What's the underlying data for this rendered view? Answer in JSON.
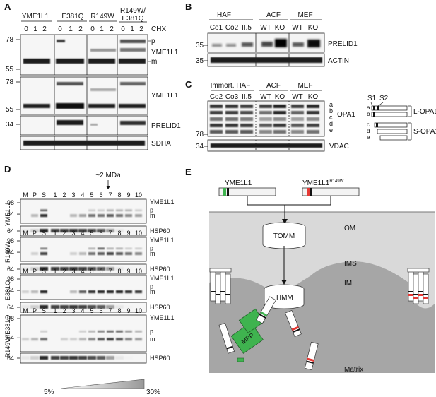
{
  "panel_letters": {
    "a": "A",
    "b": "B",
    "c": "C",
    "d": "D",
    "e": "E"
  },
  "panelA": {
    "groups": [
      "YME1L1",
      "E381Q",
      "R149W",
      "R149W/",
      "E381Q"
    ],
    "chx_label": "CHX",
    "time_points": [
      "0",
      "1",
      "2"
    ],
    "mw": [
      "78",
      "55",
      "78",
      "55",
      "34"
    ],
    "band_p": "p",
    "band_m": "m",
    "blot_labels": [
      "YME1L1",
      "YME1L1",
      "PRELID1",
      "SDHA"
    ]
  },
  "panelB": {
    "group_labels": [
      "HAF",
      "ACF",
      "MEF"
    ],
    "lanes": [
      "Co1",
      "Co2",
      "II.5",
      "WT",
      "KO",
      "WT",
      "KO"
    ],
    "mw": [
      "35",
      "35"
    ],
    "blot_labels": [
      "PRELID1",
      "ACTIN"
    ]
  },
  "panelC": {
    "group_labels": [
      "Immort. HAF",
      "ACF",
      "MEF"
    ],
    "lanes": [
      "Co2",
      "Co3",
      "II.5",
      "WT",
      "KO",
      "WT",
      "KO"
    ],
    "mw": [
      "78",
      "34"
    ],
    "blot_labels": [
      "OPA1",
      "VDAC"
    ],
    "opa1_bands": [
      "a",
      "b",
      "c",
      "d",
      "e"
    ],
    "schematic": {
      "s1": "S1",
      "s2": "S2",
      "long": "L-OPA1",
      "short": "S-OPA1",
      "iso_a": "a",
      "iso_b": "b",
      "iso_c": "c",
      "iso_d": "d",
      "iso_e": "e"
    }
  },
  "panelD": {
    "size_marker": "~2 MDa",
    "fraction_lanes": [
      "M",
      "P",
      "S",
      "1",
      "2",
      "3",
      "4",
      "5",
      "6",
      "7",
      "8",
      "9",
      "10"
    ],
    "constructs": [
      "YME1L1",
      "R149W",
      "E381Q",
      "R149W/E381Q"
    ],
    "blot_labels": [
      "YME1L1",
      "HSP60"
    ],
    "mw": [
      "98",
      "64"
    ],
    "band_p": "p",
    "band_m": "m",
    "gradient_low": "5%",
    "gradient_high": "30%"
  },
  "panelE": {
    "wt_label": "YME1L1",
    "mutant_label": "YME1L1",
    "mutant_superscript": "R149W",
    "tomm": "TOMM",
    "timm": "TIMM",
    "mpp": "MPP",
    "om": "OM",
    "ims": "IMS",
    "im": "IM",
    "matrix": "Matrix",
    "colors": {
      "mpp": "#3fb34f",
      "mito_bg": "#d9d9d9",
      "matrix_bg": "#a6a6a6",
      "mutation": "#e53935",
      "wt_mark": "#3fb34f"
    }
  }
}
